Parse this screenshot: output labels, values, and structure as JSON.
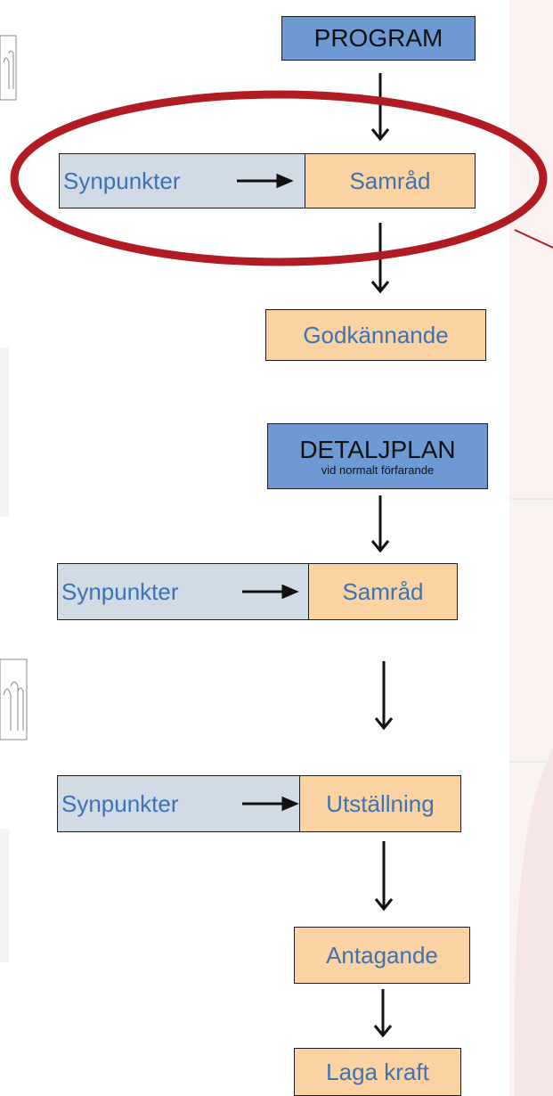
{
  "program": {
    "header": "PROGRAM",
    "synpunkter": "Synpunkter",
    "samrad": "Samråd",
    "godkannande": "Godkännande"
  },
  "detaljplan": {
    "header": "DETALJPLAN",
    "header_sub": "vid normalt förfarande",
    "synpunkter_1": "Synpunkter",
    "samrad": "Samråd",
    "synpunkter_2": "Synpunkter",
    "utstallning": "Utställning",
    "antagande": "Antagande",
    "laga_kraft": "Laga kraft"
  },
  "colors": {
    "step_fill": "#fbd3a2",
    "header_fill": "#6d9ad3",
    "synpunkter_fill": "#d1dbe6",
    "text_blue": "#3d72b4",
    "highlight_red": "#b01c22"
  }
}
